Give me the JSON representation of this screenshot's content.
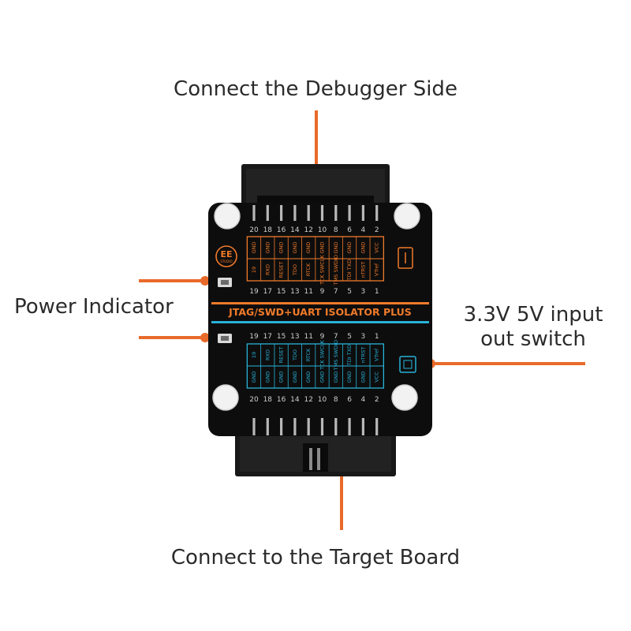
{
  "callouts": {
    "debugger_side": "Connect the Debugger Side",
    "target_board": "Connect to the Target Board",
    "power_indicator": "Power Indicator",
    "switch_line1": "3.3V 5V input",
    "switch_line2": "out switch"
  },
  "board": {
    "title": "JTAG/SWD+UART  ISOLATOR  PLUS",
    "logo": "EE",
    "logo_sub": "STUDIO",
    "debugger_side_color": "#f07a2a",
    "target_side_color": "#27b2d8",
    "board_color": "#0d0d0d",
    "callout_color": "#e86a2a",
    "top_even_numbers": [
      "20",
      "18",
      "16",
      "14",
      "12",
      "10",
      "8",
      "6",
      "4",
      "2"
    ],
    "top_odd_numbers": [
      "19",
      "17",
      "15",
      "13",
      "11",
      "9",
      "7",
      "5",
      "3",
      "1"
    ],
    "bottom_odd_numbers": [
      "19",
      "17",
      "15",
      "13",
      "11",
      "9",
      "7",
      "5",
      "3",
      "1"
    ],
    "bottom_even_numbers": [
      "20",
      "18",
      "16",
      "14",
      "12",
      "10",
      "8",
      "6",
      "4",
      "2"
    ],
    "even_row_signals": [
      "GND",
      "GND",
      "GND",
      "GND",
      "GND",
      "GND",
      "GND",
      "GND",
      "GND",
      "VCC"
    ],
    "odd_row_signals": [
      "19",
      "RXD",
      "RESET",
      "TDO",
      "RTCK",
      "TCK SWCLK",
      "TMS SWDIO",
      "TDI TXD",
      "nTRST",
      "VTref"
    ]
  }
}
